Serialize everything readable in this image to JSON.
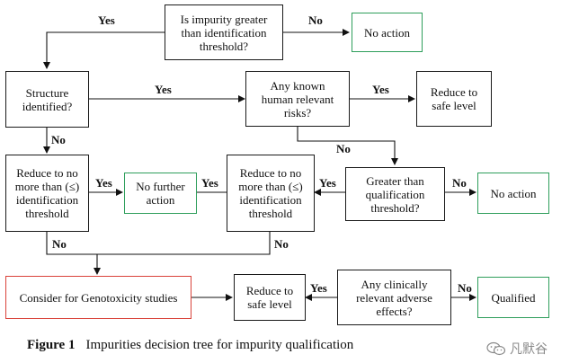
{
  "nodes": {
    "impurity_greater": "Is impurity greater\nthan identification\nthreshold?",
    "no_action_top": "No action",
    "structure_identified": "Structure\nidentified?",
    "known_risks": "Any known\nhuman relevant\nrisks?",
    "reduce_safe_top": "Reduce to\nsafe level",
    "reduce_left": "Reduce to no\nmore than (≤)\nidentification\nthreshold",
    "no_further_action": "No further\naction",
    "reduce_middle": "Reduce to no\nmore than (≤)\nidentification\nthreshold",
    "greater_qualification": "Greater than\nqualification\nthreshold?",
    "no_action_right": "No action",
    "genotoxicity": "Consider for Genotoxicity studies",
    "reduce_safe_bottom": "Reduce to\nsafe level",
    "adverse_effects": "Any clinically\nrelevant adverse\neffects?",
    "qualified": "Qualified"
  },
  "labels": {
    "yes": "Yes",
    "no": "No"
  },
  "caption": {
    "number": "Figure 1",
    "text": "Impurities decision tree for impurity qualification"
  },
  "watermark": {
    "text": "凡默谷",
    "icon": "wechat-icon"
  },
  "colors": {
    "qualified_outline": "#2e9e5b",
    "genotoxicity_outline": "#d9423a"
  }
}
